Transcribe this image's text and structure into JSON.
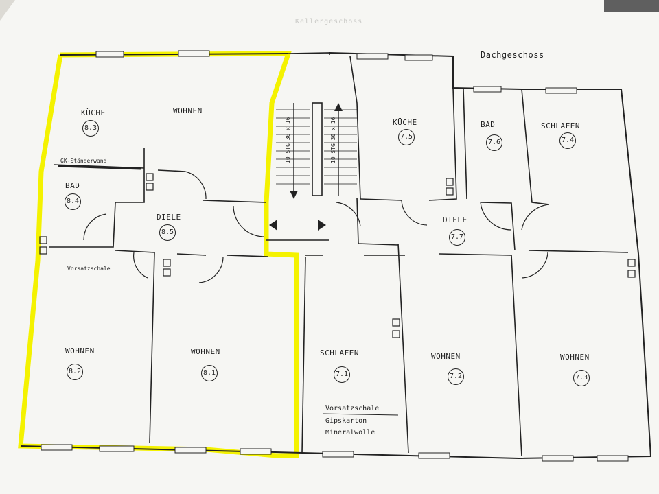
{
  "header": {
    "floor_label": "Dachgeschoss",
    "faded_label": "Kellergeschoss"
  },
  "rooms_left": [
    {
      "id": "kueche-83",
      "name": "KÜCHE",
      "number": "8.3"
    },
    {
      "id": "wohnen-top",
      "name": "WOHNEN",
      "number": ""
    },
    {
      "id": "bad-84",
      "name": "BAD",
      "number": "8.4"
    },
    {
      "id": "diele-85",
      "name": "DIELE",
      "number": "8.5"
    },
    {
      "id": "wohnen-82",
      "name": "WOHNEN",
      "number": "8.2"
    },
    {
      "id": "wohnen-81",
      "name": "WOHNEN",
      "number": "8.1"
    }
  ],
  "rooms_right": [
    {
      "id": "kueche-75",
      "name": "KÜCHE",
      "number": "7.5"
    },
    {
      "id": "bad-76",
      "name": "BAD",
      "number": "7.6"
    },
    {
      "id": "schlafen-74",
      "name": "SCHLAFEN",
      "number": "7.4"
    },
    {
      "id": "diele-77",
      "name": "DIELE",
      "number": "7.7"
    },
    {
      "id": "schlafen-71",
      "name": "SCHLAFEN",
      "number": "7.1"
    },
    {
      "id": "wohnen-72",
      "name": "WOHNEN",
      "number": "7.2"
    },
    {
      "id": "wohnen-73",
      "name": "WOHNEN",
      "number": "7.3"
    }
  ],
  "annotations": {
    "gk_wall": "GK-Ständerwand",
    "vorsatz_left": "Vorsatzschale",
    "vorsatz": "Vorsatzschale",
    "gipskarton": "Gipskarton",
    "mineralwolle": "Mineralwolle"
  },
  "stairs": {
    "left": "10 STG  30 x 16",
    "right": "10 STG  30 x 16"
  },
  "colors": {
    "highlight": "#f4f200",
    "ink": "#222222",
    "paper": "#f6f6f3"
  }
}
